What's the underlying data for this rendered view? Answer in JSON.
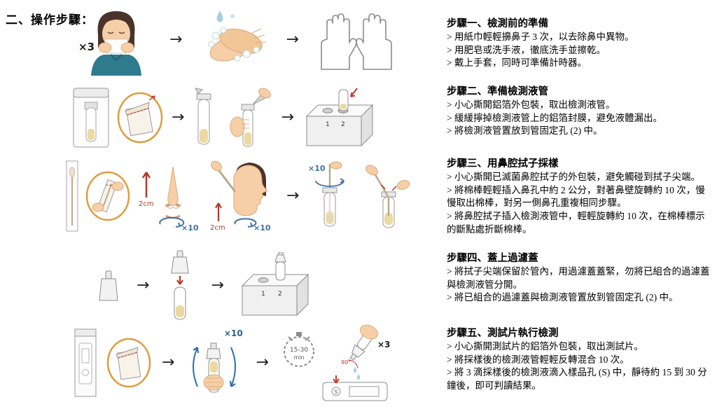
{
  "page": {
    "heading": "二、操作步驟："
  },
  "sym": {
    "arrow": "→"
  },
  "labels": {
    "blow_times": "×3",
    "rotate_times": "×10",
    "depth": "2cm",
    "invert_times": "×10",
    "timer": "15-30",
    "timer_unit": "min",
    "drops": "×3",
    "angle": "90°",
    "slot1": "1",
    "slot2": "2",
    "well_s": "S"
  },
  "steps": [
    {
      "title": "步驟一、檢測前的準備",
      "lines": [
        "> 用紙巾輕輕擤鼻子 3 次，以去除鼻中異物。",
        "> 用肥皂或洗手液，徹底洗手並擦乾。",
        "> 戴上手套，同時可準備計時器。"
      ]
    },
    {
      "title": "步驟二、準備檢測液管",
      "lines": [
        "> 小心撕開鋁箔外包裝，取出檢測液管。",
        "> 緩緩擰掉檢測液管上的鋁箔封膜，避免液體漏出。",
        "> 將檢測液管置放到管固定孔 (2) 中。"
      ]
    },
    {
      "title": "步驟三、用鼻腔拭子採樣",
      "lines": [
        "> 小心撕開已滅菌鼻腔拭子的外包裝，避免觸碰到拭子尖端。",
        "> 將棉棒輕輕插入鼻孔中約 2 公分，對著鼻壁旋轉約 10 次，慢慢取出棉棒，對另一側鼻孔重複相同步驟。",
        "> 將鼻腔拭子插入檢測液管中，輕輕旋轉約 10 次，在棉棒標示的斷點處折斷棉棒。"
      ]
    },
    {
      "title": "步驟四、蓋上過濾蓋",
      "lines": [
        "> 將拭子尖端保留於管內，用過濾蓋蓋緊，勿將已組合的過濾蓋與檢測液管分開。",
        "> 將已組合的過濾蓋與檢測液管置放到管固定孔 (2) 中。"
      ]
    },
    {
      "title": "步驟五、測試片執行檢測",
      "lines": [
        "> 小心撕開測試片的鋁箔外包裝，取出測試片。",
        "> 將採樣後的檢測液管輕輕反轉混合 10 次。",
        "> 將 3 滴採樣後的檢測液滴入樣品孔 (S) 中，靜待約 15 到 30 分鐘後，即可判讀結果。"
      ]
    }
  ]
}
